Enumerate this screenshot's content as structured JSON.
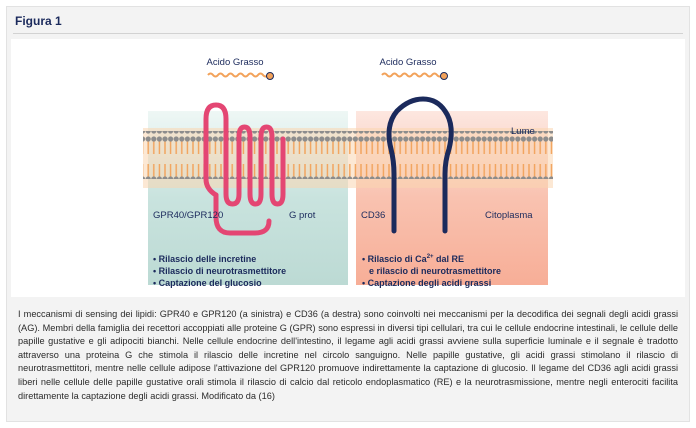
{
  "figure": {
    "title": "Figura 1",
    "colors": {
      "accent_navy": "#1b2a5c",
      "membrane_orange": "#f2a25a",
      "head_grey": "#8c8c8c",
      "gpr_pink": "#e44673",
      "cd36_navy": "#1b2a5c",
      "teal_bg": "#c5e1dc",
      "salmon_bg": "#f8b9a5"
    },
    "left": {
      "ligand_label": "Acido Grasso",
      "receptor_label": "GPR40/GPR120",
      "gprot_label": "G prot",
      "bullets": [
        "Rilascio delle incretine",
        "Rilascio di neurotrasmettitore",
        "Captazione del glucosio"
      ],
      "icon": "gpcr-receptor-icon"
    },
    "right": {
      "ligand_label": "Acido Grasso",
      "lume_label": "Lume",
      "receptor_label": "CD36",
      "cytoplasm_label": "Citoplasma",
      "bullets": [
        "Rilascio di Ca",
        "e rilascio di neurotrasmettitore",
        "Captazione degli acidi grassi"
      ],
      "ca_superscript": "2+",
      "bullet1_suffix": " dal RE",
      "icon": "cd36-hairpin-icon"
    },
    "caption": "I meccanismi di sensing dei lipidi: GPR40 e GPR120 (a sinistra) e CD36 (a destra) sono coinvolti nei meccanismi per la decodifica dei segnali degli acidi grassi (AG). Membri della famiglia dei recettori accoppiati alle proteine G (GPR) sono espressi in diversi tipi cellulari, tra cui le cellule endocrine intestinali, le cellule delle papille gustative e gli adipociti bianchi. Nelle cellule endocrine dell'intestino, il legame agli acidi grassi avviene sulla superficie luminale e il segnale è tradotto attraverso una proteina G che stimola il rilascio delle incretine nel circolo sanguigno. Nelle papille gustative, gli acidi grassi stimolano il rilascio di neurotrasmettitori, mentre nelle cellule adipose l'attivazione del GPR120 promuove indirettamente la captazione di glucosio. Il legame del CD36 agli acidi grassi liberi nelle cellule delle papille gustative orali stimola il rilascio di calcio dal reticolo endoplasmatico (RE) e la neurotrasmissione, mentre negli enterociti facilita direttamente la captazione degli acidi grassi. Modificato da (16)"
  }
}
